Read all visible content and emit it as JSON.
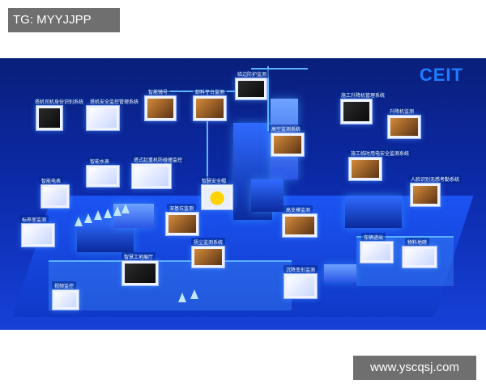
{
  "watermark_top": "TG: MYYJJPP",
  "watermark_bottom": "www.yscqsj.com",
  "brand": "CEIT",
  "labels": {
    "driver_id": "塔机司机身份识别系统",
    "tower_safety": "塔机安全监控管理系统",
    "smart_mirror": "智能镜号",
    "unload_platform": "卸料平台监测",
    "edge_guard": "临边防护监测",
    "hoist_manage": "施工升降机管理系统",
    "hoist_monitor": "升降机监测",
    "smart_meter": "智能电表",
    "smart_water": "智能水表",
    "tower_anticollision": "塔式起重机防碰撞监控",
    "smart_helmet": "智慧安全帽",
    "hd_monitor": "高空监测系统",
    "elec_safety": "施工临时用电安全监测系统",
    "face_attendance": "人脸识别无感考勤系统",
    "scaffold": "标养室监测",
    "deep_pit": "深基坑监测",
    "support_monitor": "高支模监测",
    "vehicle": "车辆进出",
    "material": "物料地磅",
    "settle_monitor": "沉降变形监测",
    "smart_site": "智慧工地展厅",
    "video": "视频监控",
    "env_monitor": "扬尘监测系统"
  }
}
